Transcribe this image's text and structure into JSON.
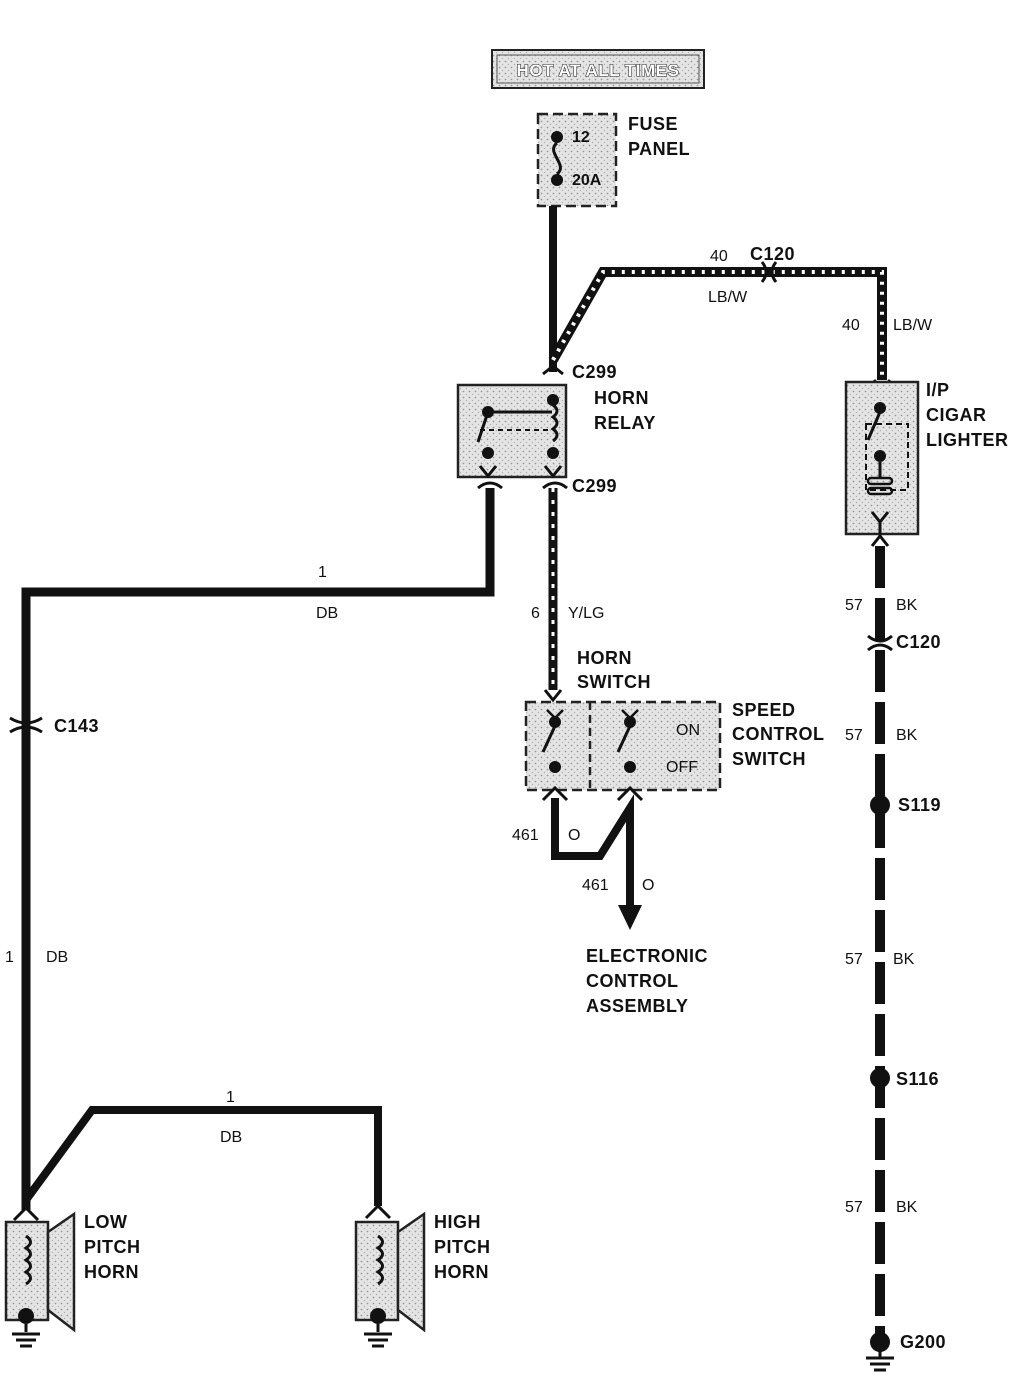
{
  "banner": "HOT AT ALL TIMES",
  "fuse": {
    "title_line1": "FUSE",
    "title_line2": "PANEL",
    "number": "12",
    "rating": "20A"
  },
  "horn_relay": {
    "line1": "HORN",
    "line2": "RELAY",
    "connector_top": "C299",
    "connector_bottom": "C299"
  },
  "cigar_lighter": {
    "line1": "I/P",
    "line2": "CIGAR",
    "line3": "LIGHTER"
  },
  "horn_switch": {
    "line1": "HORN",
    "line2": "SWITCH"
  },
  "speed_control": {
    "line1": "SPEED",
    "line2": "CONTROL",
    "line3": "SWITCH",
    "on": "ON",
    "off": "OFF"
  },
  "eca": {
    "line1": "ELECTRONIC",
    "line2": "CONTROL",
    "line3": "ASSEMBLY"
  },
  "low_horn": {
    "line1": "LOW",
    "line2": "PITCH",
    "line3": "HORN"
  },
  "high_horn": {
    "line1": "HIGH",
    "line2": "PITCH",
    "line3": "HORN"
  },
  "connectors": {
    "c120_top": "C120",
    "c120_right": "C120",
    "c143": "C143"
  },
  "splices": {
    "s119": "S119",
    "s116": "S116"
  },
  "ground": {
    "g200": "G200"
  },
  "wires": {
    "w40_top_num": "40",
    "w40_top_color": "LB/W",
    "w40_right_num": "40",
    "w40_right_color": "LB/W",
    "w1_top_num": "1",
    "w1_top_color": "DB",
    "w6_num": "6",
    "w6_color": "Y/LG",
    "w1_left_num": "1",
    "w1_left_color": "DB",
    "w1_bottom_num": "1",
    "w1_bottom_color": "DB",
    "w461_a_num": "461",
    "w461_a_color": "O",
    "w461_b_num": "461",
    "w461_b_color": "O",
    "w57_a_num": "57",
    "w57_a_color": "BK",
    "w57_b_num": "57",
    "w57_b_color": "BK",
    "w57_c_num": "57",
    "w57_c_color": "BK",
    "w57_d_num": "57",
    "w57_d_color": "BK"
  }
}
